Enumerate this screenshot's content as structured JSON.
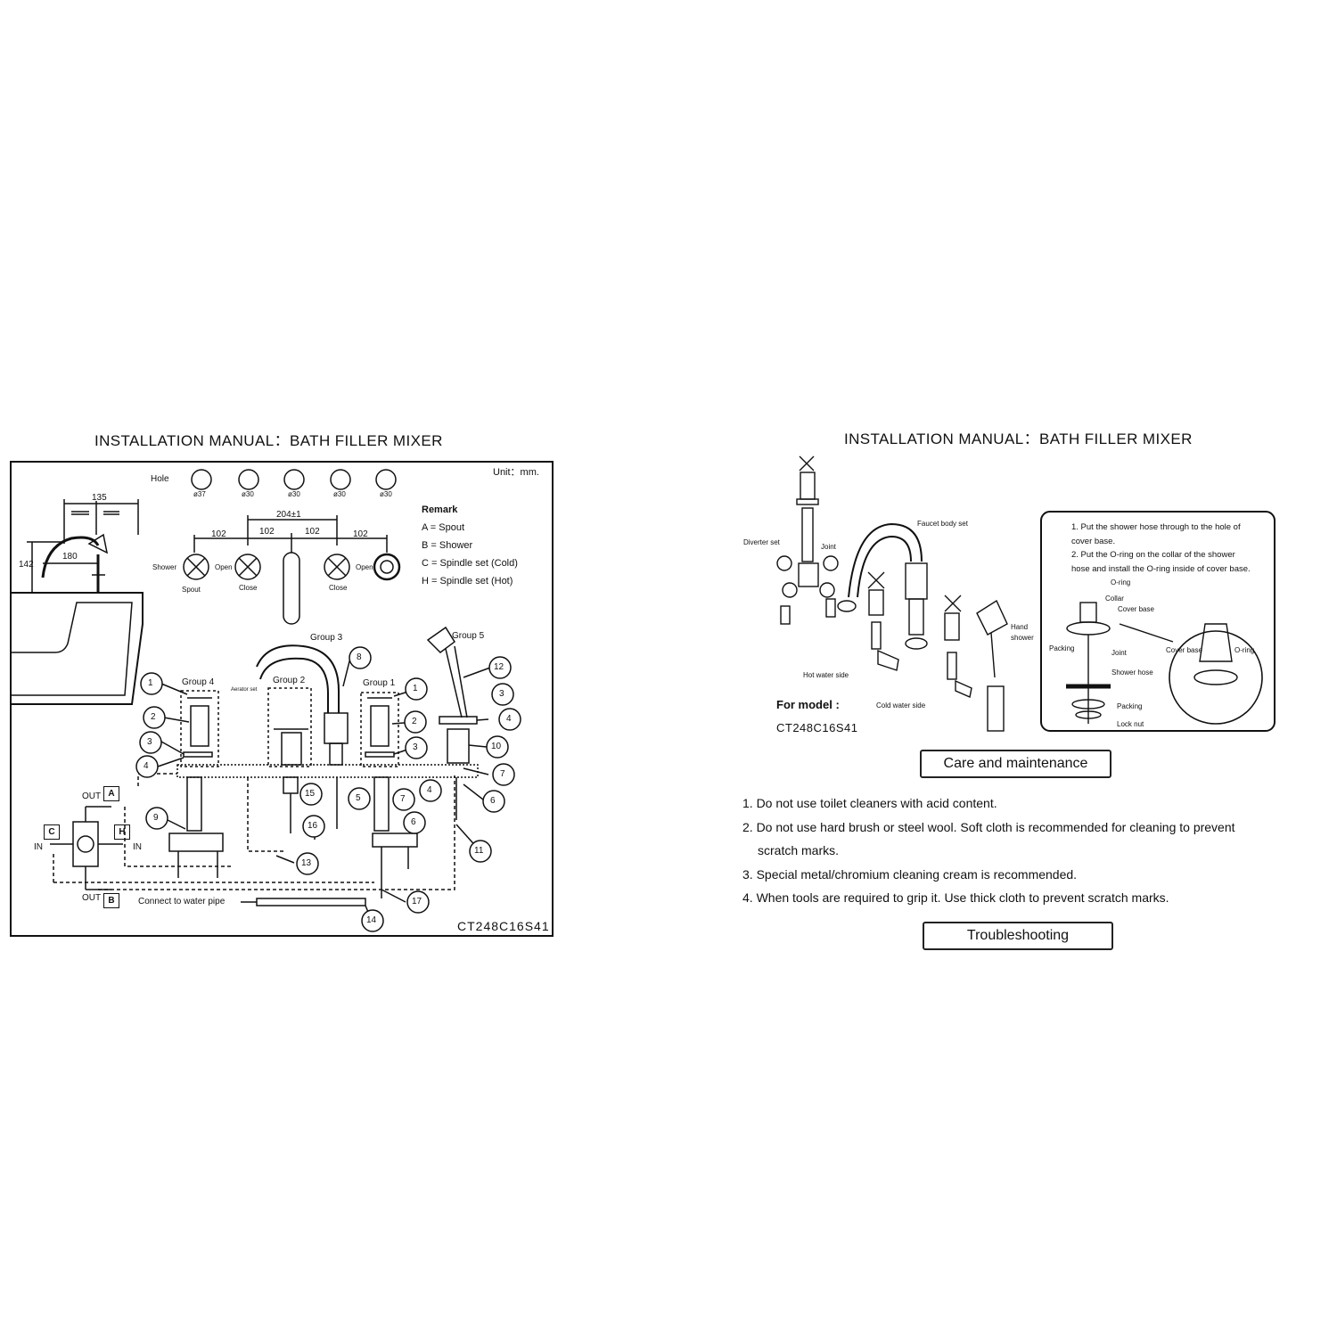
{
  "left": {
    "title": "INSTALLATION MANUAL：BATH FILLER MIXER",
    "unit": "Unit：mm.",
    "hole_label": "Hole",
    "hole_sizes": [
      "ø37",
      "ø30",
      "ø30",
      "ø30",
      "ø30"
    ],
    "dims": {
      "d135": "135",
      "d142": "142",
      "d180": "180",
      "d204": "204±1",
      "d102": "102"
    },
    "handle_labels": {
      "shower": "Shower",
      "spout": "Spout",
      "open": "Open",
      "close": "Close"
    },
    "remark": {
      "heading": "Remark",
      "items": [
        "A = Spout",
        "B = Shower",
        "C = Spindle set (Cold)",
        "H = Spindle set (Hot)"
      ]
    },
    "groups": [
      "Group 1",
      "Group 2",
      "Group 3",
      "Group 4",
      "Group 5"
    ],
    "aerator_label": "Aerator set",
    "ports": {
      "a": "A",
      "b": "B",
      "c": "C",
      "h": "H",
      "out": "OUT",
      "in": "IN"
    },
    "connect_label": "Connect to water pipe",
    "model_code": "CT248C16S41",
    "callouts": [
      "1",
      "2",
      "3",
      "4",
      "5",
      "6",
      "7",
      "8",
      "9",
      "10",
      "11",
      "12",
      "13",
      "14",
      "15",
      "16",
      "17"
    ]
  },
  "right": {
    "title": "INSTALLATION MANUAL：BATH FILLER MIXER",
    "exploded_labels": {
      "diverter": "Diverter set",
      "joint": "Joint",
      "faucet_body": "Faucet body set",
      "hand_shower": "Hand shower",
      "hot_side": "Hot water side",
      "cold_side": "Cold water side"
    },
    "for_model_label": "For model :",
    "model_code": "CT248C16S41",
    "instructions": [
      "1. Put the shower hose through to the hole of",
      "cover base.",
      "2. Put the O-ring on the collar of the shower",
      "hose and install the O-ring inside of cover base."
    ],
    "detail_labels": {
      "oring": "O-ring",
      "collar": "Collar",
      "cover_base": "Cover base",
      "packing": "Packing",
      "joint": "Joint",
      "shower_hose": "Shower hose",
      "packing2": "Packing",
      "lock_nut": "Lock nut",
      "cover_base2": "Cover base",
      "oring2": "O-ring"
    },
    "care_button": "Care and maintenance",
    "care_items": [
      "1. Do not use toilet cleaners with acid content.",
      "2. Do not use hard brush or steel wool. Soft cloth is recommended for cleaning to prevent",
      "scratch marks.",
      "3. Special metal/chromium cleaning cream is recommended.",
      "4. When tools are required to grip it. Use thick cloth to prevent scratch marks."
    ],
    "trouble_button": "Troubleshooting"
  }
}
